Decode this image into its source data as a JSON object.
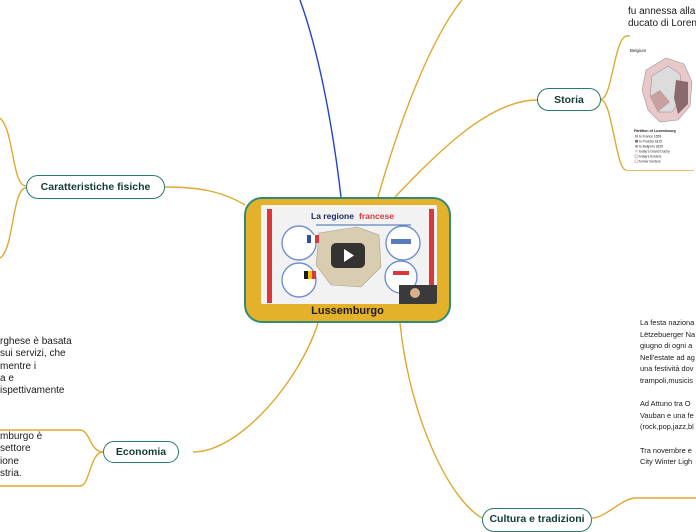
{
  "central": {
    "label": "Lussemburgo",
    "thumb_title_a": "La regione",
    "thumb_title_b": "francese"
  },
  "branches": {
    "caratteristiche": "Caratteristiche fisiche",
    "economia": "Economia",
    "storia": "Storia",
    "cultura": "Cultura e tradizioni"
  },
  "history_text": [
    "fu annessa alla Ge",
    "ducato di Lorena."
  ],
  "economy_text_1": [
    "rghese è basata",
    "sui servizi, che",
    "mentre i",
    "a e",
    "ispettivamente"
  ],
  "economy_text_2": [
    "mburgo è",
    "settore",
    "ione",
    "stria."
  ],
  "culture_text": [
    "La festa naziona",
    "Lëtzebuerger Na",
    "giugno di ogni a",
    "Nell'estate ad ag",
    "una festività dov",
    "trampoli,musicis",
    "",
    "Ad Attuno tra O",
    "Vauban e una fe",
    "(rock,pop,jazz,bl",
    "",
    " Tra novembre e",
    "City Winter Ligh"
  ],
  "map_legend": {
    "belgium": "Belgium",
    "title": "Partition of Luxembourg",
    "items": [
      "to France 1659",
      "to Prussia 1815",
      "to Belgium 1839",
      "today's Grand Duchy",
      "today's borders",
      "former borders"
    ]
  },
  "colors": {
    "link": "#e0a830",
    "link_blue": "#2244cc",
    "node_border": "#2a7a6a",
    "central_fill": "#e3b22a"
  }
}
